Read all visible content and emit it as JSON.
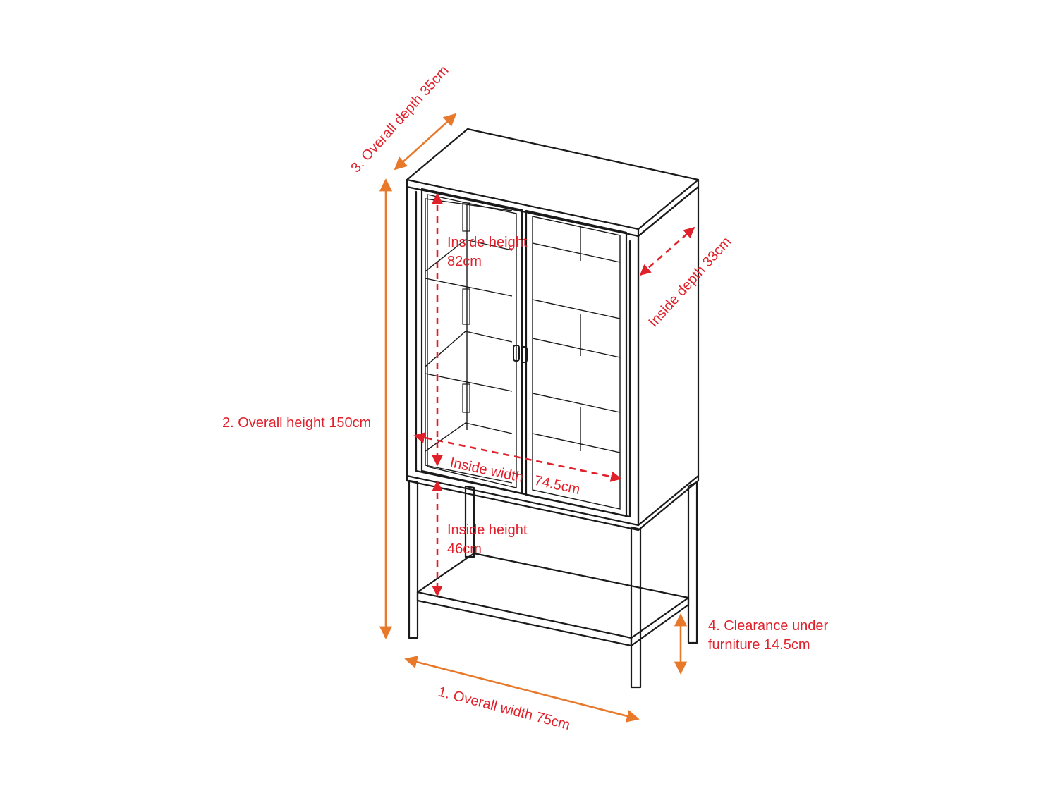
{
  "colors": {
    "overall": "#e8782a",
    "inside": "#e0202a",
    "line": "#1a1a1a",
    "background": "#ffffff"
  },
  "labels": {
    "overall_depth": "3. Overall depth 35cm",
    "overall_height": "2.  Overall height 150cm",
    "overall_width": "1.  Overall width 75cm",
    "clearance_line1": "4. Clearance under",
    "clearance_line2": "furniture 14.5cm",
    "inside_height_upper_line1": "Inside height",
    "inside_height_upper_line2": "82cm",
    "inside_height_lower_line1": "Inside height",
    "inside_height_lower_line2": "46cm",
    "inside_width": "Inside width   74.5cm",
    "inside_depth": "Inside depth 33cm"
  }
}
